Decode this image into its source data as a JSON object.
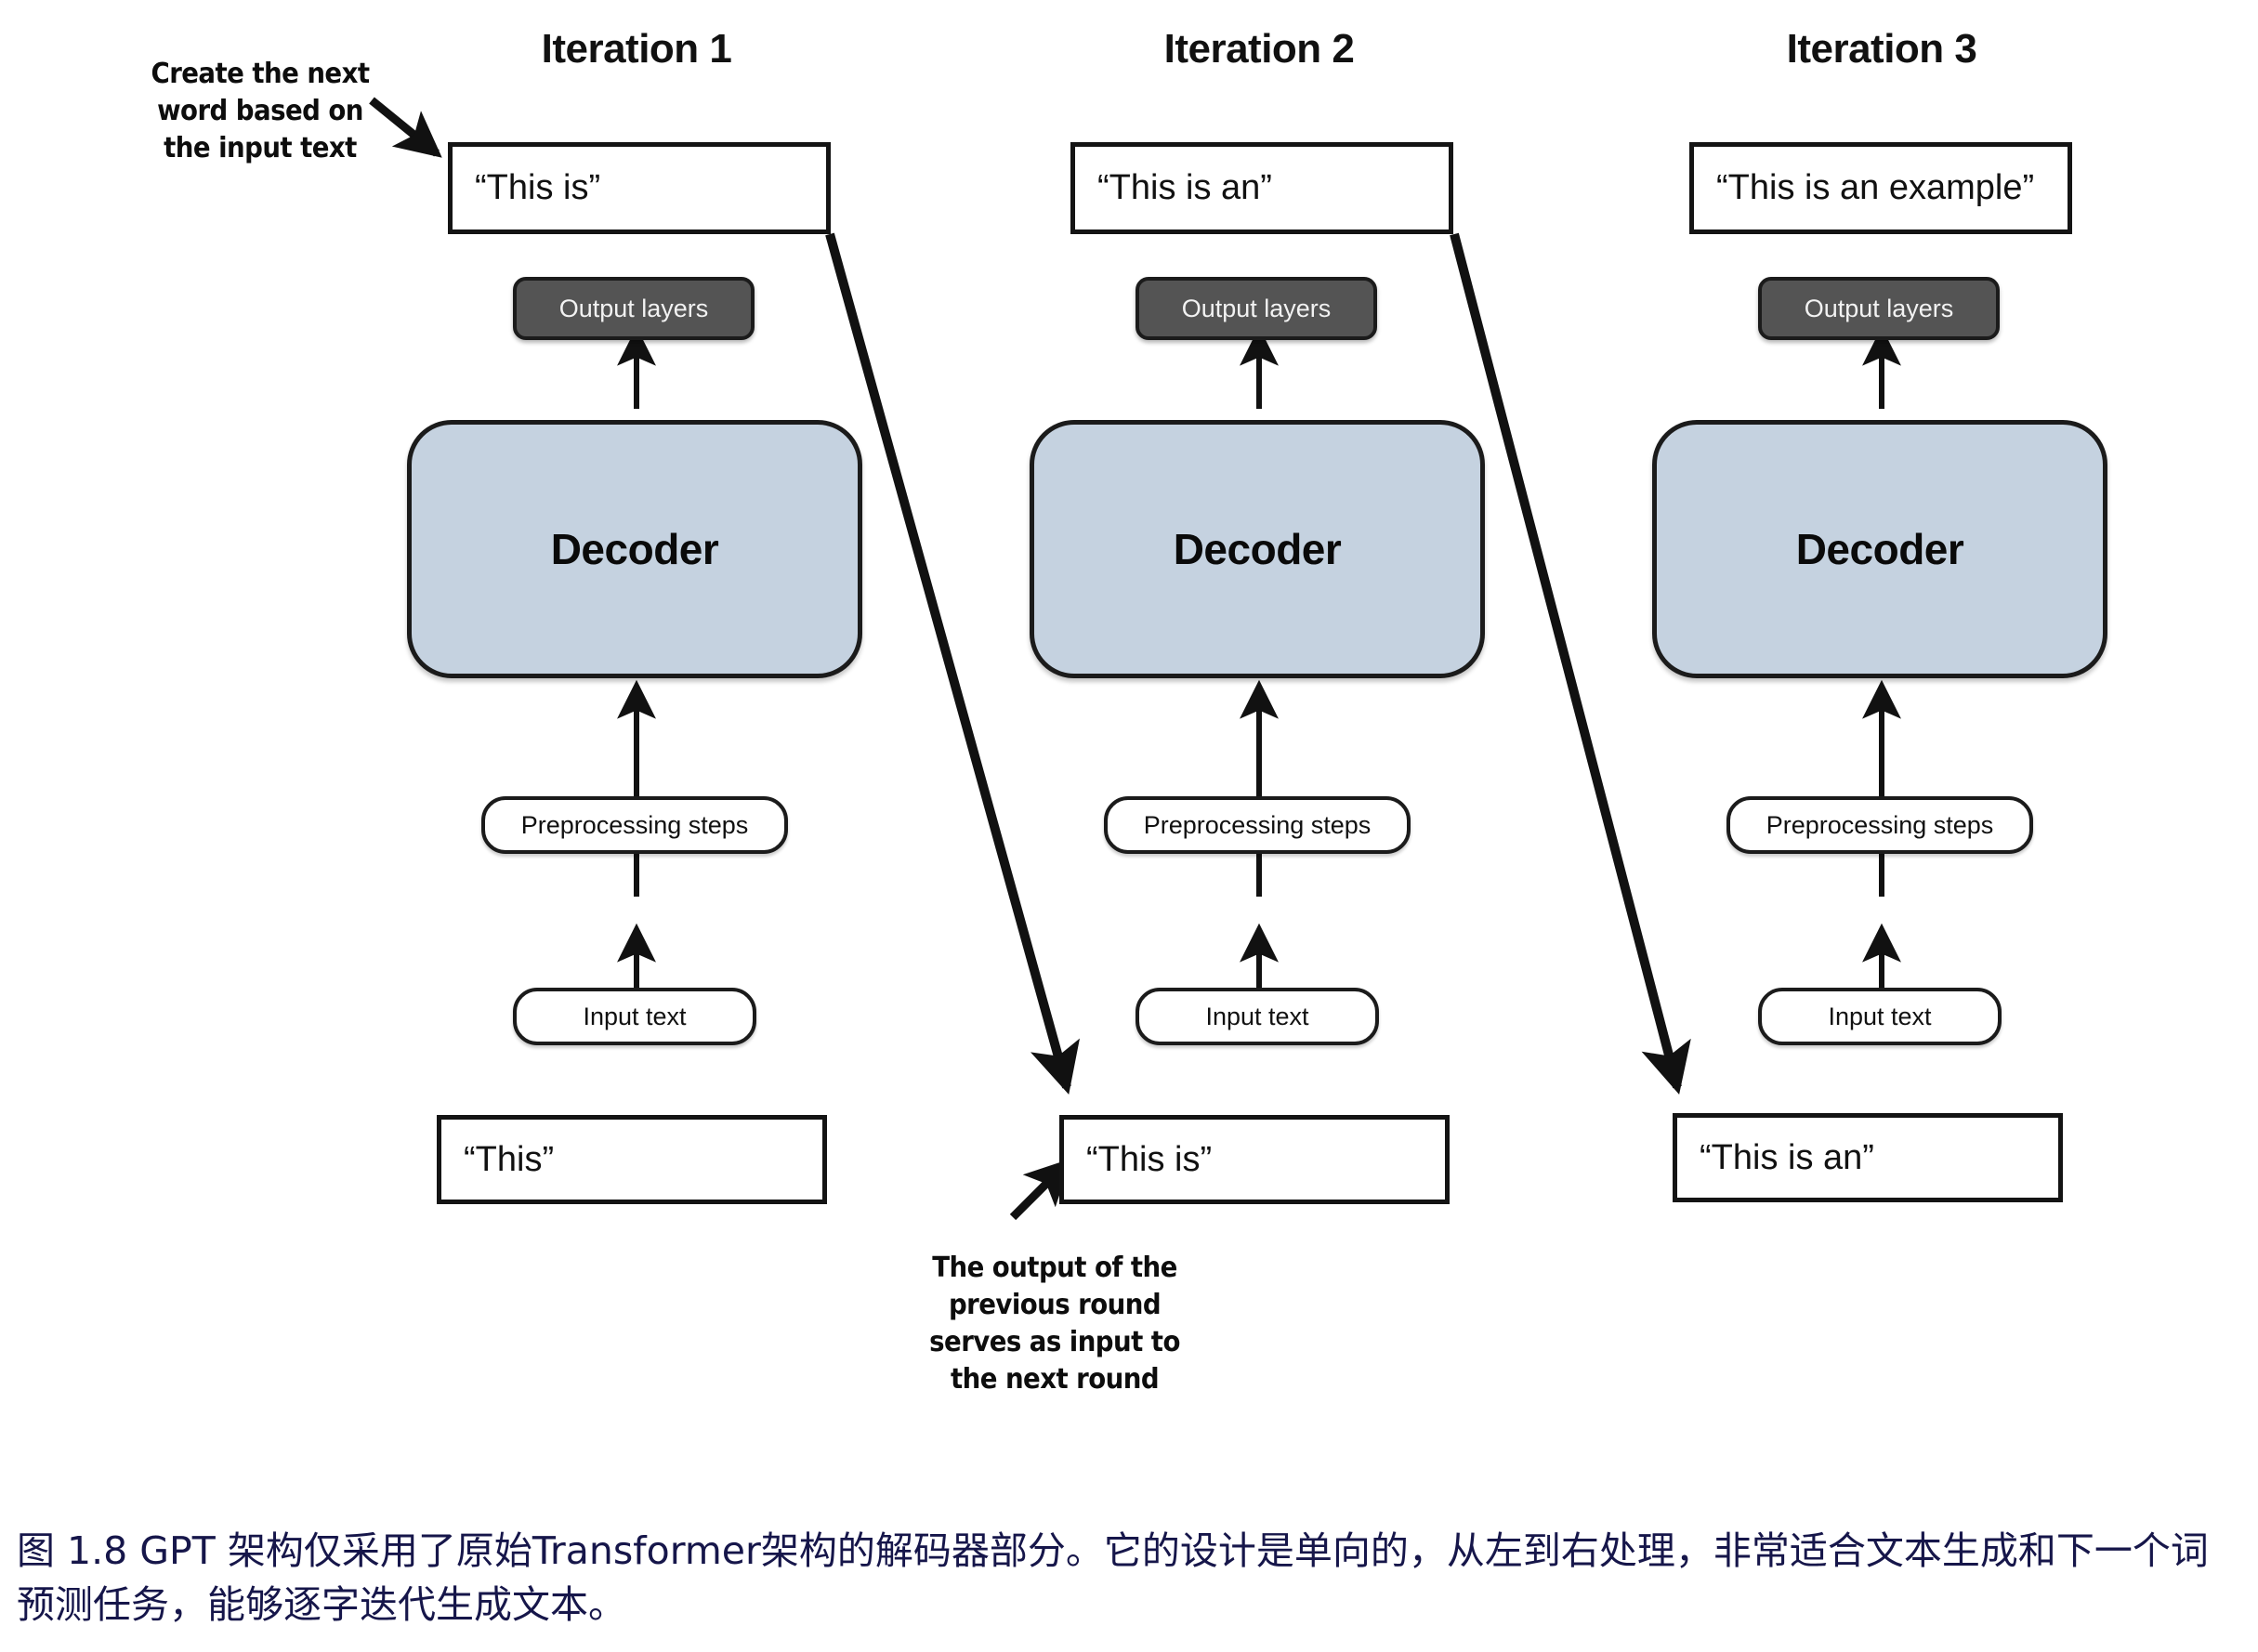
{
  "figure": {
    "caption": "图 1.8  GPT 架构仅采用了原始Transformer架构的解码器部分。它的设计是单向的，从左到右处理，非常适合文本生成和下一个词预测任务，能够逐字迭代生成文本。",
    "background_color": "#ffffff",
    "caption_color": "#16164a"
  },
  "annotations": {
    "top_left": "Create the next word based on the input text",
    "bottom_center": "The output of the previous round serves as input to the next round"
  },
  "colors": {
    "decoder_fill": "#c5d2e0",
    "output_layers_fill": "#545454",
    "output_layers_text": "#f2f2f2",
    "box_border": "#141414",
    "pill_fill": "#ffffff"
  },
  "columns": [
    {
      "header": "Iteration 1",
      "output_box": "“This is”",
      "output_layers": "Output layers",
      "decoder": "Decoder",
      "preprocessing": "Preprocessing steps",
      "input_node": "Input text",
      "input_box": "“This”"
    },
    {
      "header": "Iteration 2",
      "output_box": "“This is an”",
      "output_layers": "Output layers",
      "decoder": "Decoder",
      "preprocessing": "Preprocessing steps",
      "input_node": "Input text",
      "input_box": "“This is”"
    },
    {
      "header": "Iteration 3",
      "output_box": "“This is an example”",
      "output_layers": "Output layers",
      "decoder": "Decoder",
      "preprocessing": "Preprocessing steps",
      "input_node": "Input text",
      "input_box": "“This is an”"
    }
  ]
}
